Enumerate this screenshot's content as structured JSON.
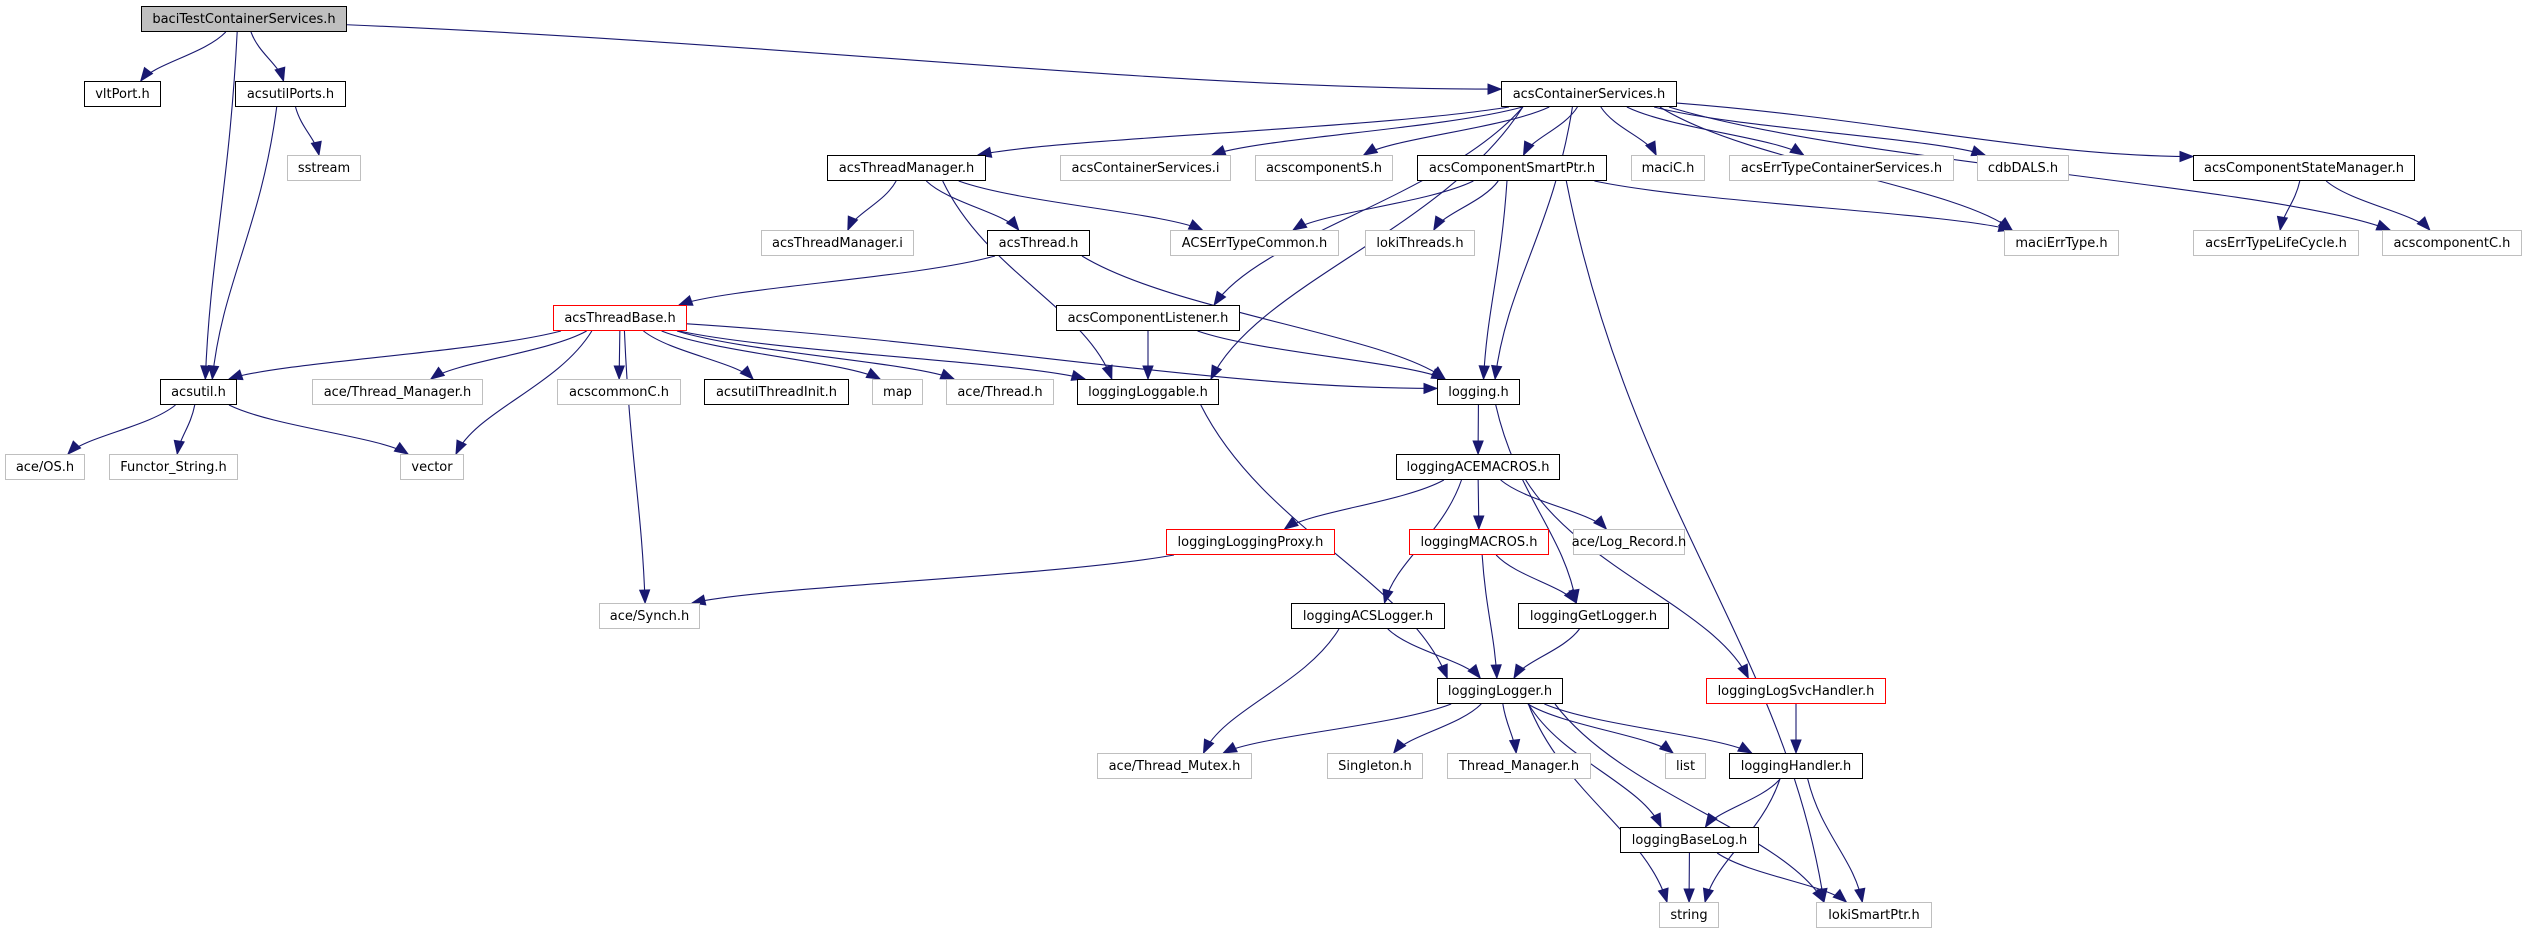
{
  "title": "baciTestContainerServices.h include dependency graph",
  "colors": {
    "edge": "#191970",
    "documented_border": "#000000",
    "external_border": "#bfbfbf",
    "truncated_border": "#ff0000",
    "root_fill": "#bfbfbf"
  },
  "nodes": [
    {
      "id": "baciTestContainerServices",
      "label": "baciTestContainerServices.h",
      "kind": "root"
    },
    {
      "id": "vltPort",
      "label": "vltPort.h",
      "kind": "documented"
    },
    {
      "id": "acsutilPorts",
      "label": "acsutilPorts.h",
      "kind": "documented"
    },
    {
      "id": "sstream",
      "label": "sstream",
      "kind": "external"
    },
    {
      "id": "acsContainerServices",
      "label": "acsContainerServices.h",
      "kind": "documented"
    },
    {
      "id": "acsThreadManager",
      "label": "acsThreadManager.h",
      "kind": "documented"
    },
    {
      "id": "acsContainerServicesI",
      "label": "acsContainerServices.i",
      "kind": "external"
    },
    {
      "id": "acscomponentS",
      "label": "acscomponentS.h",
      "kind": "external"
    },
    {
      "id": "acsComponentSmartPtr",
      "label": "acsComponentSmartPtr.h",
      "kind": "documented"
    },
    {
      "id": "maciC",
      "label": "maciC.h",
      "kind": "external"
    },
    {
      "id": "acsErrTypeContainerServices",
      "label": "acsErrTypeContainerServices.h",
      "kind": "external"
    },
    {
      "id": "cdbDALS",
      "label": "cdbDALS.h",
      "kind": "external"
    },
    {
      "id": "acsComponentStateManager",
      "label": "acsComponentStateManager.h",
      "kind": "documented"
    },
    {
      "id": "acsThreadManagerI",
      "label": "acsThreadManager.i",
      "kind": "external"
    },
    {
      "id": "acsThread",
      "label": "acsThread.h",
      "kind": "documented"
    },
    {
      "id": "ACSErrTypeCommon",
      "label": "ACSErrTypeCommon.h",
      "kind": "external"
    },
    {
      "id": "lokiThreads",
      "label": "lokiThreads.h",
      "kind": "external"
    },
    {
      "id": "maciErrType",
      "label": "maciErrType.h",
      "kind": "external"
    },
    {
      "id": "acsErrTypeLifeCycle",
      "label": "acsErrTypeLifeCycle.h",
      "kind": "external"
    },
    {
      "id": "acscomponentC",
      "label": "acscomponentC.h",
      "kind": "external"
    },
    {
      "id": "acsThreadBase",
      "label": "acsThreadBase.h",
      "kind": "truncated"
    },
    {
      "id": "acsComponentListener",
      "label": "acsComponentListener.h",
      "kind": "documented"
    },
    {
      "id": "acsutil",
      "label": "acsutil.h",
      "kind": "documented"
    },
    {
      "id": "aceThreadManager",
      "label": "ace/Thread_Manager.h",
      "kind": "external"
    },
    {
      "id": "acscommonC",
      "label": "acscommonC.h",
      "kind": "external"
    },
    {
      "id": "acsutilThreadInit",
      "label": "acsutilThreadInit.h",
      "kind": "documented"
    },
    {
      "id": "map",
      "label": "map",
      "kind": "external"
    },
    {
      "id": "aceThread",
      "label": "ace/Thread.h",
      "kind": "external"
    },
    {
      "id": "loggingLoggable",
      "label": "loggingLoggable.h",
      "kind": "documented"
    },
    {
      "id": "logging",
      "label": "logging.h",
      "kind": "documented"
    },
    {
      "id": "aceOS",
      "label": "ace/OS.h",
      "kind": "external"
    },
    {
      "id": "FunctorString",
      "label": "Functor_String.h",
      "kind": "external"
    },
    {
      "id": "vector",
      "label": "vector",
      "kind": "external"
    },
    {
      "id": "loggingACEMACROS",
      "label": "loggingACEMACROS.h",
      "kind": "documented"
    },
    {
      "id": "loggingLoggingProxy",
      "label": "loggingLoggingProxy.h",
      "kind": "truncated"
    },
    {
      "id": "loggingMACROS",
      "label": "loggingMACROS.h",
      "kind": "truncated"
    },
    {
      "id": "aceLogRecord",
      "label": "ace/Log_Record.h",
      "kind": "external"
    },
    {
      "id": "aceSynch",
      "label": "ace/Synch.h",
      "kind": "external"
    },
    {
      "id": "loggingACSLogger",
      "label": "loggingACSLogger.h",
      "kind": "documented"
    },
    {
      "id": "loggingGetLogger",
      "label": "loggingGetLogger.h",
      "kind": "documented"
    },
    {
      "id": "loggingLogger",
      "label": "loggingLogger.h",
      "kind": "documented"
    },
    {
      "id": "loggingLogSvcHandler",
      "label": "loggingLogSvcHandler.h",
      "kind": "truncated"
    },
    {
      "id": "aceThreadMutex",
      "label": "ace/Thread_Mutex.h",
      "kind": "external"
    },
    {
      "id": "Singleton",
      "label": "Singleton.h",
      "kind": "external"
    },
    {
      "id": "ThreadManager",
      "label": "Thread_Manager.h",
      "kind": "external"
    },
    {
      "id": "list",
      "label": "list",
      "kind": "external"
    },
    {
      "id": "loggingHandler",
      "label": "loggingHandler.h",
      "kind": "documented"
    },
    {
      "id": "loggingBaseLog",
      "label": "loggingBaseLog.h",
      "kind": "documented"
    },
    {
      "id": "string",
      "label": "string",
      "kind": "external"
    },
    {
      "id": "lokiSmartPtr",
      "label": "lokiSmartPtr.h",
      "kind": "external"
    }
  ],
  "edges": [
    [
      "baciTestContainerServices",
      "vltPort"
    ],
    [
      "baciTestContainerServices",
      "acsutilPorts"
    ],
    [
      "baciTestContainerServices",
      "acsutil"
    ],
    [
      "baciTestContainerServices",
      "acsContainerServices"
    ],
    [
      "acsutilPorts",
      "sstream"
    ],
    [
      "acsutilPorts",
      "acsutil"
    ],
    [
      "acsContainerServices",
      "acsThreadManager"
    ],
    [
      "acsContainerServices",
      "acsContainerServicesI"
    ],
    [
      "acsContainerServices",
      "acscomponentS"
    ],
    [
      "acsContainerServices",
      "acsComponentSmartPtr"
    ],
    [
      "acsContainerServices",
      "maciC"
    ],
    [
      "acsContainerServices",
      "acsErrTypeContainerServices"
    ],
    [
      "acsContainerServices",
      "cdbDALS"
    ],
    [
      "acsContainerServices",
      "acsComponentStateManager"
    ],
    [
      "acsContainerServices",
      "maciErrType"
    ],
    [
      "acsContainerServices",
      "acscomponentC"
    ],
    [
      "acsContainerServices",
      "acsComponentListener"
    ],
    [
      "acsContainerServices",
      "loggingLoggable"
    ],
    [
      "acsContainerServices",
      "logging"
    ],
    [
      "acsThreadManager",
      "acsThreadManagerI"
    ],
    [
      "acsThreadManager",
      "acsThread"
    ],
    [
      "acsThreadManager",
      "ACSErrTypeCommon"
    ],
    [
      "acsThreadManager",
      "loggingLoggable"
    ],
    [
      "acsComponentSmartPtr",
      "ACSErrTypeCommon"
    ],
    [
      "acsComponentSmartPtr",
      "lokiThreads"
    ],
    [
      "acsComponentSmartPtr",
      "maciErrType"
    ],
    [
      "acsComponentSmartPtr",
      "logging"
    ],
    [
      "acsComponentSmartPtr",
      "lokiSmartPtr"
    ],
    [
      "acsComponentStateManager",
      "acsErrTypeLifeCycle"
    ],
    [
      "acsComponentStateManager",
      "acscomponentC"
    ],
    [
      "acsThread",
      "acsThreadBase"
    ],
    [
      "acsThread",
      "logging"
    ],
    [
      "acsComponentListener",
      "loggingLoggable"
    ],
    [
      "acsComponentListener",
      "logging"
    ],
    [
      "acsThreadBase",
      "acsutil"
    ],
    [
      "acsThreadBase",
      "aceThreadManager"
    ],
    [
      "acsThreadBase",
      "acscommonC"
    ],
    [
      "acsThreadBase",
      "acsutilThreadInit"
    ],
    [
      "acsThreadBase",
      "map"
    ],
    [
      "acsThreadBase",
      "aceThread"
    ],
    [
      "acsThreadBase",
      "loggingLoggable"
    ],
    [
      "acsThreadBase",
      "logging"
    ],
    [
      "acsThreadBase",
      "vector"
    ],
    [
      "acsThreadBase",
      "aceSynch"
    ],
    [
      "acsutil",
      "aceOS"
    ],
    [
      "acsutil",
      "FunctorString"
    ],
    [
      "acsutil",
      "vector"
    ],
    [
      "loggingLoggable",
      "loggingLogger"
    ],
    [
      "logging",
      "loggingACEMACROS"
    ],
    [
      "logging",
      "loggingGetLogger"
    ],
    [
      "loggingACEMACROS",
      "loggingLoggingProxy"
    ],
    [
      "loggingACEMACROS",
      "loggingMACROS"
    ],
    [
      "loggingACEMACROS",
      "aceLogRecord"
    ],
    [
      "loggingACEMACROS",
      "loggingACSLogger"
    ],
    [
      "loggingACEMACROS",
      "loggingLogSvcHandler"
    ],
    [
      "loggingLoggingProxy",
      "aceSynch"
    ],
    [
      "loggingMACROS",
      "loggingGetLogger"
    ],
    [
      "loggingMACROS",
      "loggingLogger"
    ],
    [
      "loggingACSLogger",
      "loggingLogger"
    ],
    [
      "loggingACSLogger",
      "aceThreadMutex"
    ],
    [
      "loggingGetLogger",
      "loggingLogger"
    ],
    [
      "loggingLogger",
      "aceThreadMutex"
    ],
    [
      "loggingLogger",
      "Singleton"
    ],
    [
      "loggingLogger",
      "ThreadManager"
    ],
    [
      "loggingLogger",
      "list"
    ],
    [
      "loggingLogger",
      "loggingHandler"
    ],
    [
      "loggingLogger",
      "loggingBaseLog"
    ],
    [
      "loggingLogger",
      "string"
    ],
    [
      "loggingLogger",
      "lokiSmartPtr"
    ],
    [
      "loggingLogSvcHandler",
      "loggingHandler"
    ],
    [
      "loggingHandler",
      "loggingBaseLog"
    ],
    [
      "loggingHandler",
      "string"
    ],
    [
      "loggingHandler",
      "lokiSmartPtr"
    ],
    [
      "loggingBaseLog",
      "string"
    ],
    [
      "loggingBaseLog",
      "lokiSmartPtr"
    ]
  ]
}
